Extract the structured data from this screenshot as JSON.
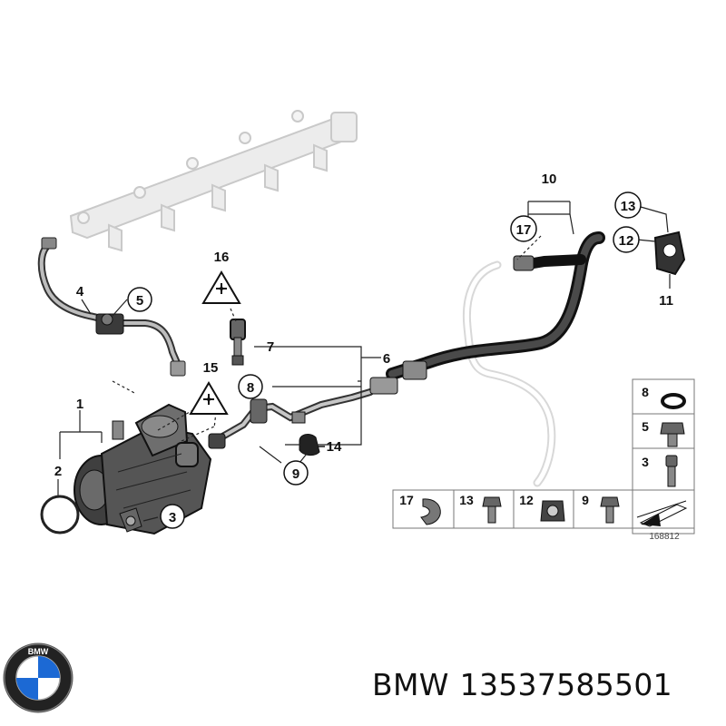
{
  "diagram": {
    "drawing_number": "168812",
    "callouts": {
      "c1": "1",
      "c2": "2",
      "c3": "3",
      "c4": "4",
      "c5": "5",
      "c6": "6",
      "c7": "7",
      "c8": "8",
      "c9": "9",
      "c10": "10",
      "c11": "11",
      "c12": "12",
      "c13": "13",
      "c14": "14",
      "c15": "15",
      "c16": "16",
      "c17": "17"
    },
    "legend_right": [
      "8",
      "5",
      "3"
    ],
    "legend_bottom": [
      "17",
      "13",
      "12",
      "9"
    ]
  },
  "footer": {
    "brand": "BMW",
    "part_number": "13537585501",
    "logo_letters": "BMW"
  },
  "colors": {
    "line": "#111111",
    "rail_ghost": "#d4d4d4",
    "hose": "#2a2a2a",
    "pump": "#4a4a4a",
    "bmw_blue": "#1c69d4"
  }
}
